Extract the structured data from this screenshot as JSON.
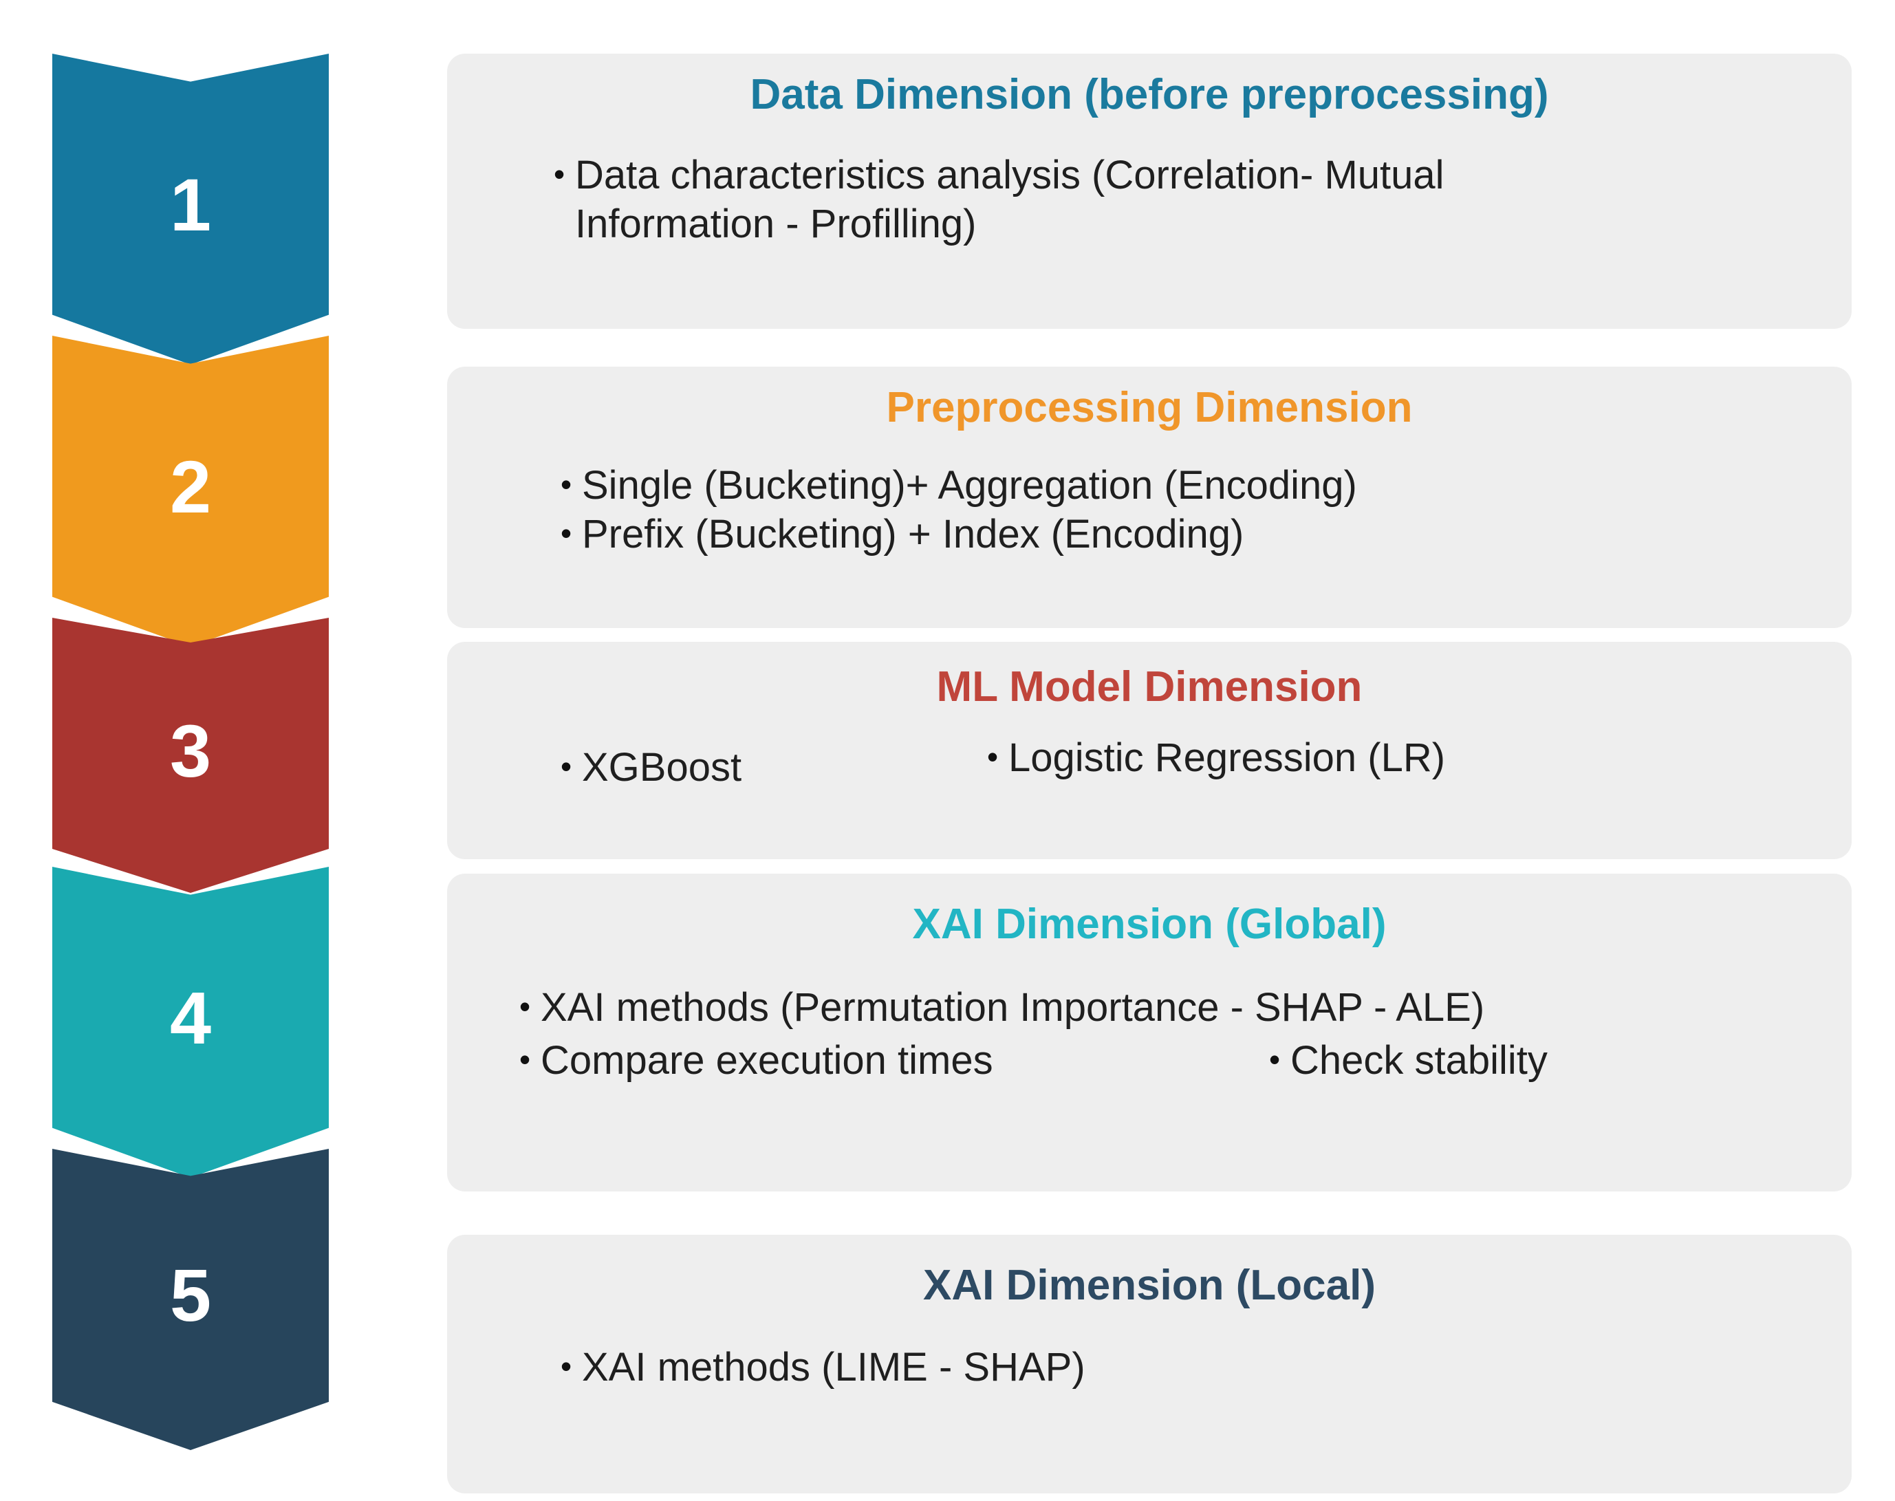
{
  "steps": [
    {
      "number": "1",
      "color": "#15789f"
    },
    {
      "number": "2",
      "color": "#f09a1e"
    },
    {
      "number": "3",
      "color": "#a93530"
    },
    {
      "number": "4",
      "color": "#1aaab0"
    },
    {
      "number": "5",
      "color": "#27455c"
    }
  ],
  "panels": [
    {
      "title": "Data Dimension (before preprocessing)",
      "title_color": "#1a7a9e",
      "bullets": [
        "Data characteristics analysis (Correlation- Mutual Information - Profilling)"
      ]
    },
    {
      "title": "Preprocessing Dimension",
      "title_color": "#f0962a",
      "bullets": [
        "Single (Bucketing)+ Aggregation (Encoding)",
        "Prefix (Bucketing) + Index (Encoding)"
      ]
    },
    {
      "title": "ML Model Dimension",
      "title_color": "#c0453b",
      "bullets": [
        "XGBoost",
        "Logistic Regression (LR)"
      ]
    },
    {
      "title": "XAI Dimension (Global)",
      "title_color": "#22b5c4",
      "bullets": [
        "XAI methods (Permutation Importance - SHAP - ALE)",
        "Compare execution times",
        "Check stability"
      ]
    },
    {
      "title": "XAI Dimension (Local)",
      "title_color": "#2d4a63",
      "bullets": [
        "XAI methods (LIME - SHAP)"
      ]
    }
  ],
  "bullet_glyph": "•"
}
